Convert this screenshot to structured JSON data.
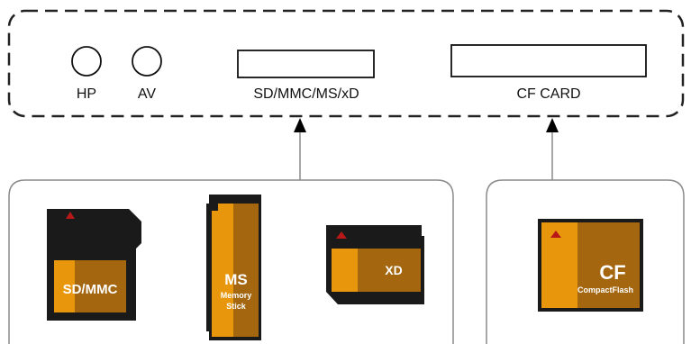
{
  "panel": {
    "ports": {
      "hp": "HP",
      "av": "AV",
      "sd_slot": "SD/MMC/MS/xD",
      "cf_slot": "CF CARD"
    }
  },
  "cards": {
    "sd": "SD/MMC",
    "ms_title": "MS",
    "ms_line1": "Memory",
    "ms_line2": "Stick",
    "xd": "XD",
    "cf_title": "CF",
    "cf_sub": "CompactFlash"
  },
  "colors": {
    "card_body": "#1a1a1a",
    "label_orange": "#e8960c",
    "label_brown": "#a4660f",
    "marker_red": "#b81818",
    "frame_line": "#222222",
    "box_line": "#8a8a8a",
    "arrow_line": "#8a8a8a"
  }
}
